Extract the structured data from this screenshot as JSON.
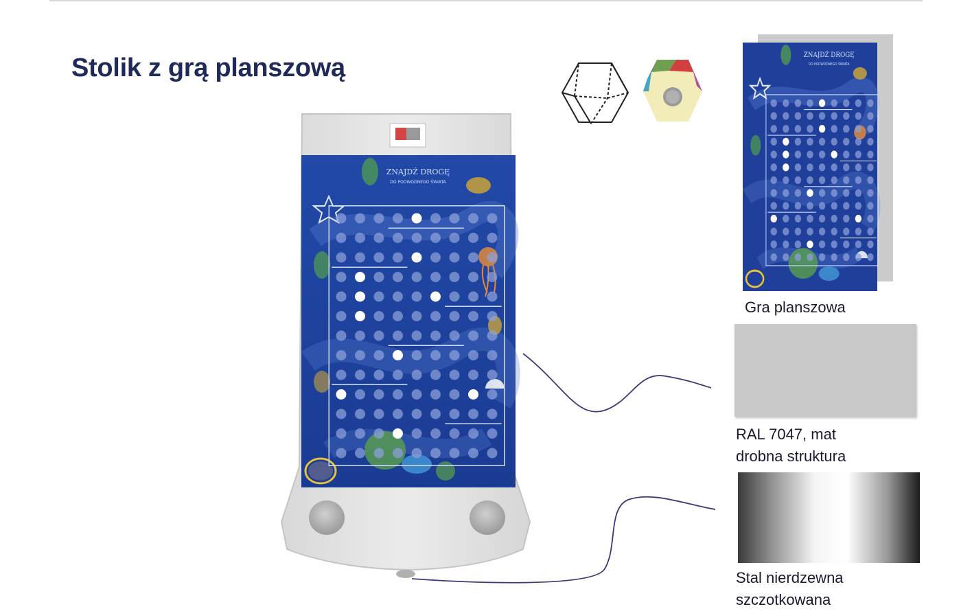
{
  "page": {
    "title": "Stolik z grą planszową"
  },
  "board": {
    "heading_line1": "ZNAJDŹ DROGĘ",
    "heading_line2": "DO PODWODNEGO ŚWIATA"
  },
  "materials": [
    {
      "caption": "Gra planszowa"
    },
    {
      "caption_line1": "RAL 7047, mat",
      "caption_line2": "drobna struktura",
      "color": "#c8c8c8"
    },
    {
      "caption_line1": "Stal nierdzewna",
      "caption_line2": "szczotkowana"
    }
  ],
  "colors": {
    "title": "#1f2a5a",
    "board_blue": "#1f3f9a",
    "table_grey": "#e4e4e4",
    "leader_line": "#3a3a7a"
  },
  "icons": {
    "dice_outline": "hexagonal-prism-outline-icon",
    "dice_colored": "colored-dice-icon"
  }
}
